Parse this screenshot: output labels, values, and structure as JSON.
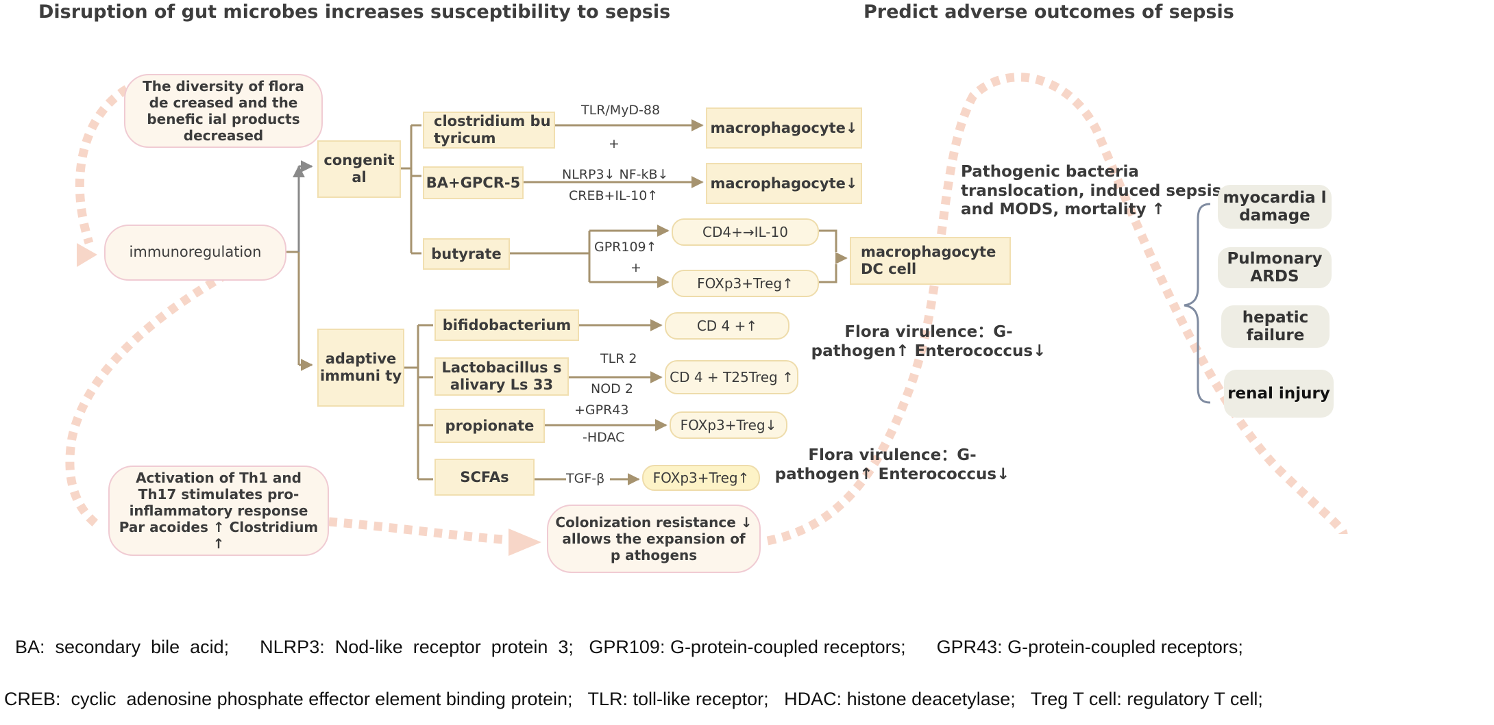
{
  "headings": {
    "left": "Disruption of gut microbes increases susceptibility to sepsis",
    "right": "Predict adverse outcomes of  sepsis"
  },
  "nodes": {
    "flora_diversity": "The diversity of flora de creased and the benefic ial products decreased",
    "immunoregulation": "immunoregulation",
    "th1_th17": "Activation of Th1 and Th17 stimulates pro-inflammatory response Par acoides ↑ Clostridium ↑",
    "colonization": "Colonization resistance ↓ allows the expansion of p athogens",
    "congenital": "congenit al",
    "adaptive": "adaptive immuni ty",
    "clostridium": "clostridium bu tyricum",
    "ba_gpcr5": "BA+GPCR-5",
    "butyrate": "butyrate",
    "bifidobacterium": "bifidobacterium",
    "lactobacillus": "Lactobacillus s alivary Ls 33",
    "propionate": "propionate",
    "scfas": "SCFAs",
    "macrophagocyte_1": "macrophagocyte↓",
    "macrophagocyte_2": "macrophagocyte↓",
    "cd4_il10": "CD4+→IL-10",
    "foxp3_treg_up_1": "FOXp3+Treg↑",
    "macro_dc": "macrophagocyte DC cell",
    "cd4_up": "CD 4 +↑",
    "cd4_t25treg": "CD 4 + T25Treg ↑",
    "foxp3_treg_down": "FOXp3+Treg↓",
    "foxp3_treg_up_2": "FOXp3+Treg↑"
  },
  "edge_labels": {
    "tlr_myd88": "TLR/MyD-88",
    "plus_1": "+",
    "nlrp3_nfkb": "NLRP3↓ NF-kB↓",
    "creb_il10": "CREB+IL-10↑",
    "gpr109": "GPR109↑",
    "plus_2": "+",
    "tlr2": "TLR 2",
    "nod2": "NOD 2",
    "gpr43": "+GPR43",
    "hdac": "-HDAC",
    "tgf_beta": "TGF-β"
  },
  "annotations": {
    "flora_virulence_1": "Flora virulence：G-pathogen↑ Enterococcus↓",
    "flora_virulence_2": "Flora virulence：G-pathogen↑ Enterococcus↓",
    "pathogenic": "Pathogenic bacteria translocation, induced sepsis and MODS, mortality ↑"
  },
  "organs": [
    "myocardia l damage",
    "Pulmonary ARDS",
    "hepatic failure",
    "renal injury"
  ],
  "legend": {
    "line1": "BA:  secondary  bile  acid;      NLRP3:  Nod-like  receptor  protein  3;   GPR109: G-protein-coupled receptors;      GPR43: G-protein-coupled receptors;",
    "line2": "CREB:  cyclic  adenosine phosphate effector element binding protein;   TLR: toll-like receptor;   HDAC: histone deacetylase;   Treg T cell: regulatory T cell;"
  },
  "colors": {
    "connector": "#a6936f",
    "dash": "#f7d6c8",
    "box_fill": "#fbf1d4",
    "pink_border": "#f0cbd3"
  }
}
